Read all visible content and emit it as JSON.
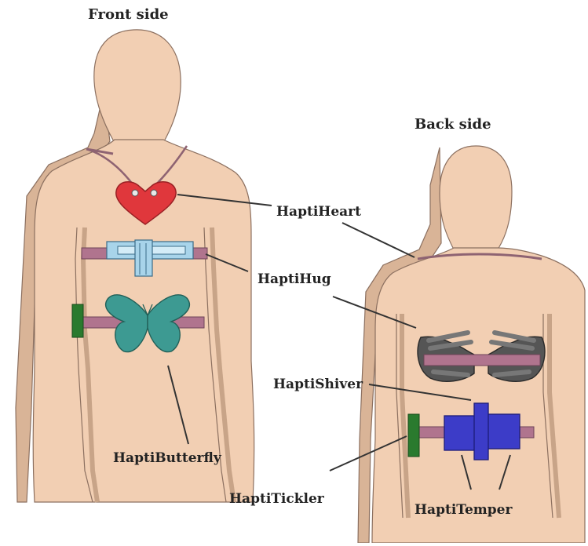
{
  "titles": {
    "front": "Front side",
    "back": "Back side"
  },
  "labels": {
    "heart": "HaptiHeart",
    "hug": "HaptiHug",
    "shiver": "HaptiShiver",
    "butterfly": "HaptiButterfly",
    "tickler": "HaptiTickler",
    "temper": "HaptiTemper"
  },
  "colors": {
    "skin": "#f2cfb3",
    "skin_edge": "#c8a488",
    "strap": "#b0748e",
    "heart": "#e0373c",
    "hug_device": "#a8d4ea",
    "butterfly": "#3d9a92",
    "hands": "#555555",
    "tickler": "#2a7a2e",
    "temper": "#3c3cc8"
  }
}
